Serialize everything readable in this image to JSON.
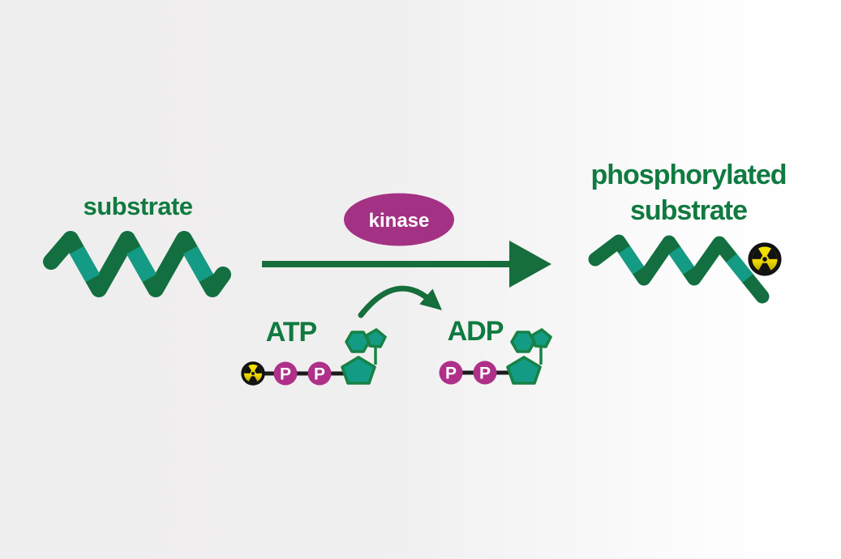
{
  "diagram": {
    "substrate_label": "substrate",
    "enzyme_label": "kinase",
    "atp_label": "ATP",
    "adp_label": "ADP",
    "product_label_line1": "phosphorylated",
    "product_label_line2": "substrate",
    "phosphate_label": "P"
  },
  "icons": {
    "radiation_icon": "radioactive-trefoil",
    "substrate_helix_icon": "green-ribbon-helix",
    "product_helix_icon": "green-ribbon-helix-with-radiolabel",
    "reaction_arrow_icon": "right-arrow",
    "transfer_arrow_icon": "curved-right-arrow"
  },
  "colors": {
    "text_green": "#107A40",
    "arrow_green": "#156E3B",
    "helix_dark_green": "#136F3F",
    "helix_teal": "#149B85",
    "molecule_outline_green": "#168245",
    "molecule_fill_teal": "#149B86",
    "enzyme_magenta": "#A43284",
    "phosphate_magenta": "#AE3089",
    "radiation_yellow": "#EFD800",
    "radiation_black": "#121212",
    "bond_black": "#1B1B1B",
    "background_left": "#EFEEEE",
    "background_right": "#FFFFFF"
  }
}
